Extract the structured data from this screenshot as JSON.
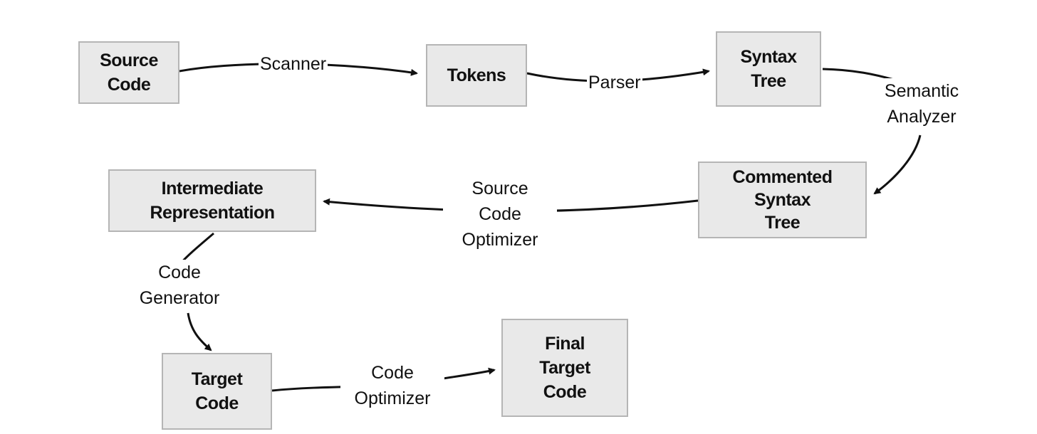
{
  "nodes": {
    "source_code": [
      "Source",
      "Code"
    ],
    "tokens": [
      "Tokens"
    ],
    "syntax_tree": [
      "Syntax",
      "Tree"
    ],
    "commented_syntax_tree": [
      "Commented",
      "Syntax",
      "Tree"
    ],
    "intermediate_representation": [
      "Intermediate",
      "Representation"
    ],
    "target_code": [
      "Target",
      "Code"
    ],
    "final_target_code": [
      "Final",
      "Target",
      "Code"
    ]
  },
  "edges": {
    "scanner": [
      "Scanner"
    ],
    "parser": [
      "Parser"
    ],
    "semantic_analyzer": [
      "Semantic",
      "Analyzer"
    ],
    "source_code_optimizer": [
      "Source",
      "Code",
      "Optimizer"
    ],
    "code_generator": [
      "Code",
      "Generator"
    ],
    "code_optimizer": [
      "Code",
      "Optimizer"
    ]
  }
}
